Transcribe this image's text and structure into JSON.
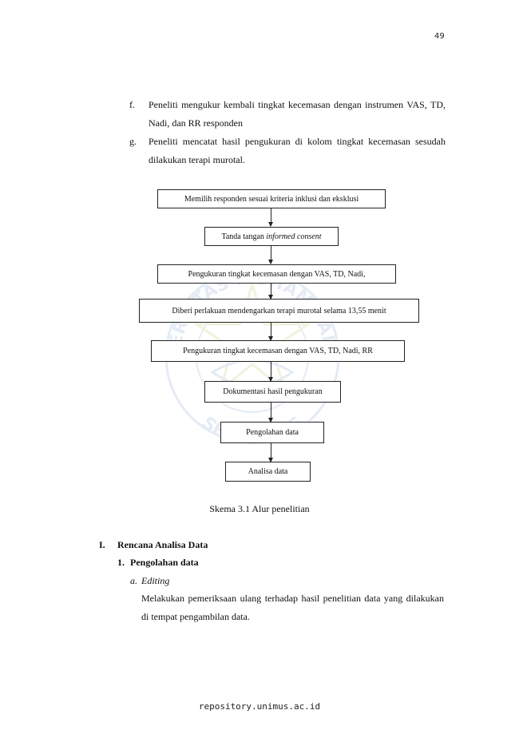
{
  "page_number": "49",
  "list_items": [
    {
      "label": "f.",
      "text": "Peneliti mengukur kembali tingkat kecemasan dengan instrumen VAS, TD, Nadi, dan RR responden"
    },
    {
      "label": "g.",
      "text": "Peneliti mencatat hasil pengukuran di kolom tingkat kecemasan sesudah dilakukan terapi murotal."
    }
  ],
  "flowchart": {
    "steps": [
      {
        "text": "Memilih responden sesuai kriteria inklusi dan eksklusi"
      },
      {
        "text_pre": "Tanda tangan ",
        "text_italic": "informed consent"
      },
      {
        "text": "Pengukuran tingkat kecemasan dengan VAS, TD, Nadi,"
      },
      {
        "text": "Diberi perlakuan mendengarkan terapi murotal selama 13,55 menit"
      },
      {
        "text": "Pengukuran tingkat kecemasan dengan VAS, TD, Nadi, RR"
      },
      {
        "text": "Dokumentasi hasil pengukuran"
      },
      {
        "text": "Pengolahan data"
      },
      {
        "text": "Analisa data"
      }
    ],
    "caption": "Skema 3.1 Alur penelitian"
  },
  "section": {
    "label": "I.",
    "title": "Rencana Analisa Data",
    "subsection": {
      "label": "1.",
      "title": "Pengolahan data",
      "item": {
        "label": "a.",
        "title": "Editing",
        "text": "Melakukan pemeriksaan ulang terhadap hasil penelitian data yang dilakukan di tempat pengambilan data."
      }
    }
  },
  "watermark": {
    "text_top": "UNIVERSITAS MUHAMMADIYAH",
    "text_bottom": "SEMARANG"
  },
  "footer": "repository.unimus.ac.id",
  "colors": {
    "watermark": "#8aa9d6",
    "text": "#111111"
  }
}
